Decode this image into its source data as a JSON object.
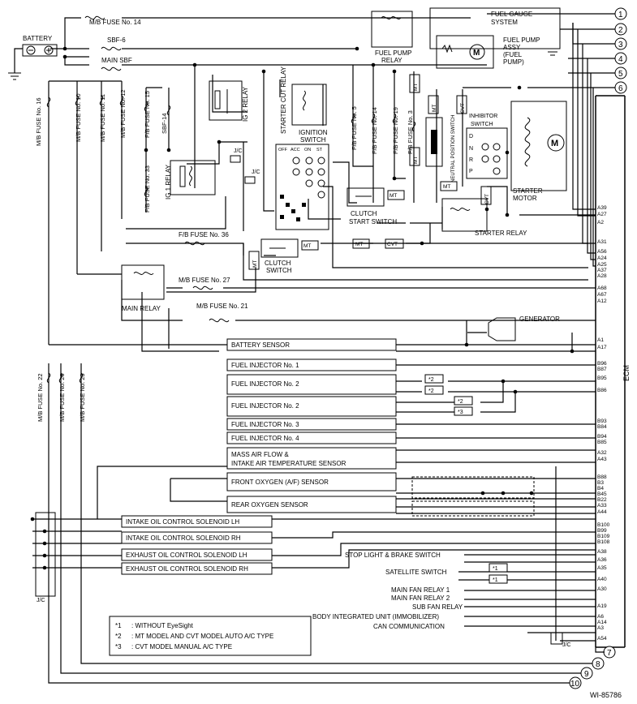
{
  "ecm_label": "ECM",
  "figure_id": "WI-85786",
  "circle_numbers": [
    "1",
    "2",
    "3",
    "4",
    "5",
    "6",
    "7",
    "8",
    "9",
    "10"
  ],
  "battery_label": "BATTERY",
  "fuses_top": {
    "mb14": "M/B FUSE No. 14",
    "sbf6": "SBF-6",
    "main_sbf": "MAIN SBF",
    "fb36": "F/B FUSE No. 36",
    "mb27": "M/B FUSE No. 27",
    "mb21": "M/B FUSE No. 21"
  },
  "vertical_fuses": [
    {
      "id": "mb16",
      "label": "M/B FUSE No. 16"
    },
    {
      "id": "mb10",
      "label": "M/B FUSE No. 10"
    },
    {
      "id": "mb11",
      "label": "M/B FUSE No. 11"
    },
    {
      "id": "mb12",
      "label": "M/B FUSE No. 12"
    },
    {
      "id": "fb15",
      "label": "F/B FUSE No. 15"
    },
    {
      "id": "sbf14",
      "label": "SBF-14"
    },
    {
      "id": "fb33",
      "label": "F/B FUSE No. 33"
    },
    {
      "id": "fb5",
      "label": "F/B FUSE No. 5"
    },
    {
      "id": "fb14",
      "label": "F/B FUSE No. 14"
    },
    {
      "id": "fb19",
      "label": "F/B FUSE No. 19"
    },
    {
      "id": "fb3",
      "label": "F/B FUSE No. 3"
    },
    {
      "id": "mb22",
      "label": "M/B FUSE No. 22"
    },
    {
      "id": "mb26",
      "label": "M/B FUSE No. 26"
    },
    {
      "id": "mb23",
      "label": "M/B FUSE No. 23"
    }
  ],
  "relays": {
    "ig2": "IG 2 RELAY",
    "ig1": "IG 1 RELAY",
    "starter_cut": "STARTER CUT RELAY",
    "fuel_pump_1": "FUEL PUMP",
    "fuel_pump_2": "RELAY",
    "main": "MAIN RELAY",
    "starter": "STARTER RELAY"
  },
  "jc": "J/C",
  "ignition": {
    "label1": "IGNITION",
    "label2": "SWITCH",
    "cols": [
      "OFF",
      "ACC",
      "ON",
      "ST"
    ]
  },
  "fuel_gauge_1": "FUEL GAUGE",
  "fuel_gauge_2": "SYSTEM",
  "fuel_pump_assy": [
    "FUEL PUMP",
    "ASSY",
    "(FUEL",
    "PUMP)"
  ],
  "motor_symbol": "M",
  "inhibitor": {
    "label1": "INHIBITOR",
    "label2": "SWITCH",
    "positions": [
      "D",
      "N",
      "R",
      "P"
    ]
  },
  "neutral_switch": "NEUTRAL POSITION SWITCH",
  "mt": "MT",
  "cvt": "CVT",
  "starter_motor_1": "STARTER",
  "starter_motor_2": "MOTOR",
  "clutch_start_1": "CLUTCH",
  "clutch_start_2": "START SWITCH",
  "clutch_switch_1": "CLUTCH",
  "clutch_switch_2": "SWITCH",
  "generator": "GENERATOR",
  "boxes": {
    "battery_sensor": "BATTERY SENSOR",
    "inj1": "FUEL INJECTOR No. 1",
    "inj2a": "FUEL INJECTOR No. 2",
    "inj2b": "FUEL INJECTOR No. 2",
    "inj3": "FUEL INJECTOR No. 3",
    "inj4": "FUEL INJECTOR No. 4",
    "maf1": "MASS AIR FLOW &",
    "maf2": "INTAKE AIR TEMPERATURE SENSOR",
    "front_o2": "FRONT OXYGEN (A/F) SENSOR",
    "rear_o2": "REAR OXYGEN SENSOR",
    "intake_lh": "INTAKE OIL CONTROL SOLENOID LH",
    "intake_rh": "INTAKE OIL CONTROL SOLENOID RH",
    "exhaust_lh": "EXHAUST OIL CONTROL SOLENOID LH",
    "exhaust_rh": "EXHAUST OIL CONTROL SOLENOID RH"
  },
  "star_marks": {
    "s1": "*1",
    "s2": "*2",
    "s3": "*3"
  },
  "right_labels": {
    "stop_light": "STOP LIGHT & BRAKE SWITCH",
    "satellite": "SATELLITE SWITCH",
    "main_fan1": "MAIN FAN RELAY 1",
    "main_fan2": "MAIN FAN RELAY 2",
    "sub_fan": "SUB FAN RELAY",
    "body_int": "BODY INTEGRATED UNIT (IMMOBILIZER)",
    "can": "CAN COMMUNICATION"
  },
  "pins": [
    "A39",
    "A27",
    "A2",
    "A31",
    "A56",
    "A24",
    "A25",
    "A37",
    "A28",
    "A68",
    "A67",
    "A12",
    "A1",
    "A17",
    "B96",
    "B87",
    "B95",
    "B86",
    "B93",
    "B84",
    "B94",
    "B85",
    "A32",
    "A43",
    "B88",
    "B3",
    "B4",
    "B45",
    "B22",
    "A33",
    "A44",
    "B100",
    "B99",
    "B109",
    "B108",
    "A38",
    "A36",
    "A35",
    "A40",
    "A30",
    "A19",
    "A6",
    "A14",
    "A3",
    "A54"
  ],
  "legend": [
    {
      "mark": "*1",
      "text": ": WITHOUT EyeSight"
    },
    {
      "mark": "*2",
      "text": ": MT MODEL AND CVT MODEL AUTO A/C TYPE"
    },
    {
      "mark": "*3",
      "text": ": CVT MODEL MANUAL A/C TYPE"
    }
  ]
}
